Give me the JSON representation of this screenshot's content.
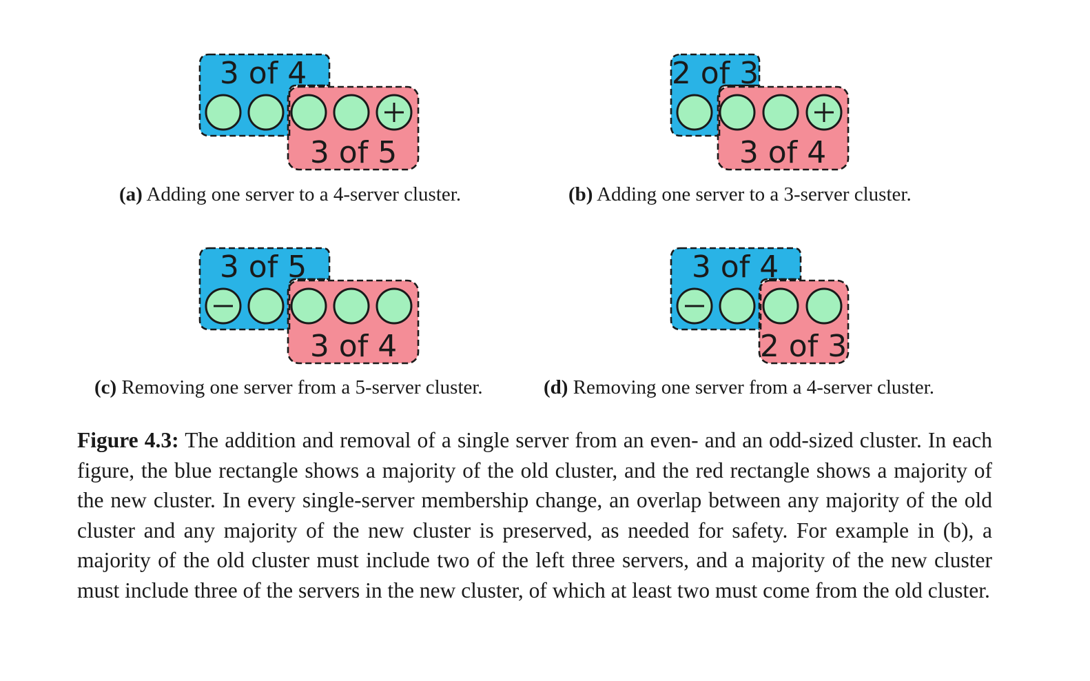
{
  "colors": {
    "old_majority": "#29b3e6",
    "new_majority": "#f48d97",
    "server": "#a3f0bd",
    "outline": "#1a1a1a"
  },
  "panels": [
    {
      "id": "a",
      "old_label": "3 of 4",
      "new_label": "3 of 5",
      "servers": [
        "",
        "",
        "",
        "",
        "+"
      ],
      "caption_letter": "(a)",
      "caption_text": " Adding one server to a 4-server cluster."
    },
    {
      "id": "b",
      "old_label": "2 of 3",
      "new_label": "3 of 4",
      "servers": [
        "",
        "",
        "",
        "+"
      ],
      "caption_letter": "(b)",
      "caption_text": " Adding one server to a 3-server cluster."
    },
    {
      "id": "c",
      "old_label": "3 of 5",
      "new_label": "3 of 4",
      "servers": [
        "−",
        "",
        "",
        "",
        ""
      ],
      "caption_letter": "(c)",
      "caption_text": " Removing one server from a 5-server cluster."
    },
    {
      "id": "d",
      "old_label": "3 of 4",
      "new_label": "2 of 3",
      "servers": [
        "−",
        "",
        "",
        ""
      ],
      "caption_letter": "(d)",
      "caption_text": " Removing one server from a 4-server cluster."
    }
  ],
  "figure_caption": {
    "label": "Figure 4.3:",
    "text": " The addition and removal of a single server from an even- and an odd-sized cluster. In each figure, the blue rectangle shows a majority of the old cluster, and the red rectangle shows a majority of the new cluster. In every single-server membership change, an overlap between any majority of the old cluster and any majority of the new cluster is preserved, as needed for safety. For example in (b), a majority of the old cluster must include two of the left three servers, and a majority of the new cluster must include three of the servers in the new cluster, of which at least two must come from the old cluster."
  }
}
